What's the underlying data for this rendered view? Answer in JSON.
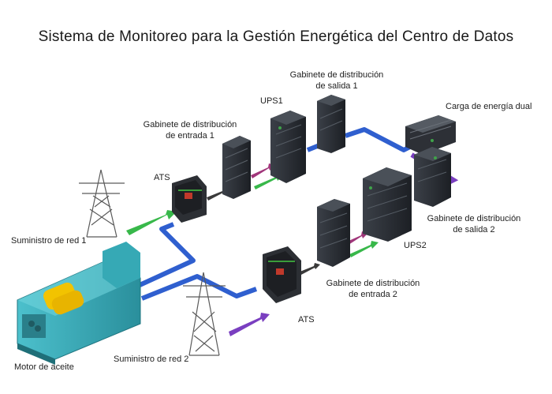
{
  "title": "Sistema de Monitoreo para la Gestión Energética del Centro de Datos",
  "labels": {
    "grid1": "Suministro de red 1",
    "grid2": "Suministro de red 2",
    "oil_engine": "Motor de aceite",
    "ats1": "ATS",
    "ats2": "ATS",
    "in_cab1_l1": "Gabinete de distribución",
    "in_cab1_l2": "de entrada 1",
    "in_cab2_l1": "Gabinete de distribución",
    "in_cab2_l2": "de entrada 2",
    "ups1": "UPS1",
    "ups2": "UPS2",
    "out_cab1_l1": "Gabinete de distribución",
    "out_cab1_l2": "de salida 1",
    "out_cab2_l1": "Gabinete de distribución",
    "out_cab2_l2": "de salida 2",
    "dual_load": "Carga de energía dual"
  },
  "colors": {
    "green_flow": "#38b84a",
    "blue_flow": "#2f5fcf",
    "magenta_flow": "#a0367a",
    "purple_flow": "#7a3fc0",
    "gray_flow": "#3a3a3a",
    "cabinet": "#26292e",
    "generator": "#2fa2b0"
  }
}
